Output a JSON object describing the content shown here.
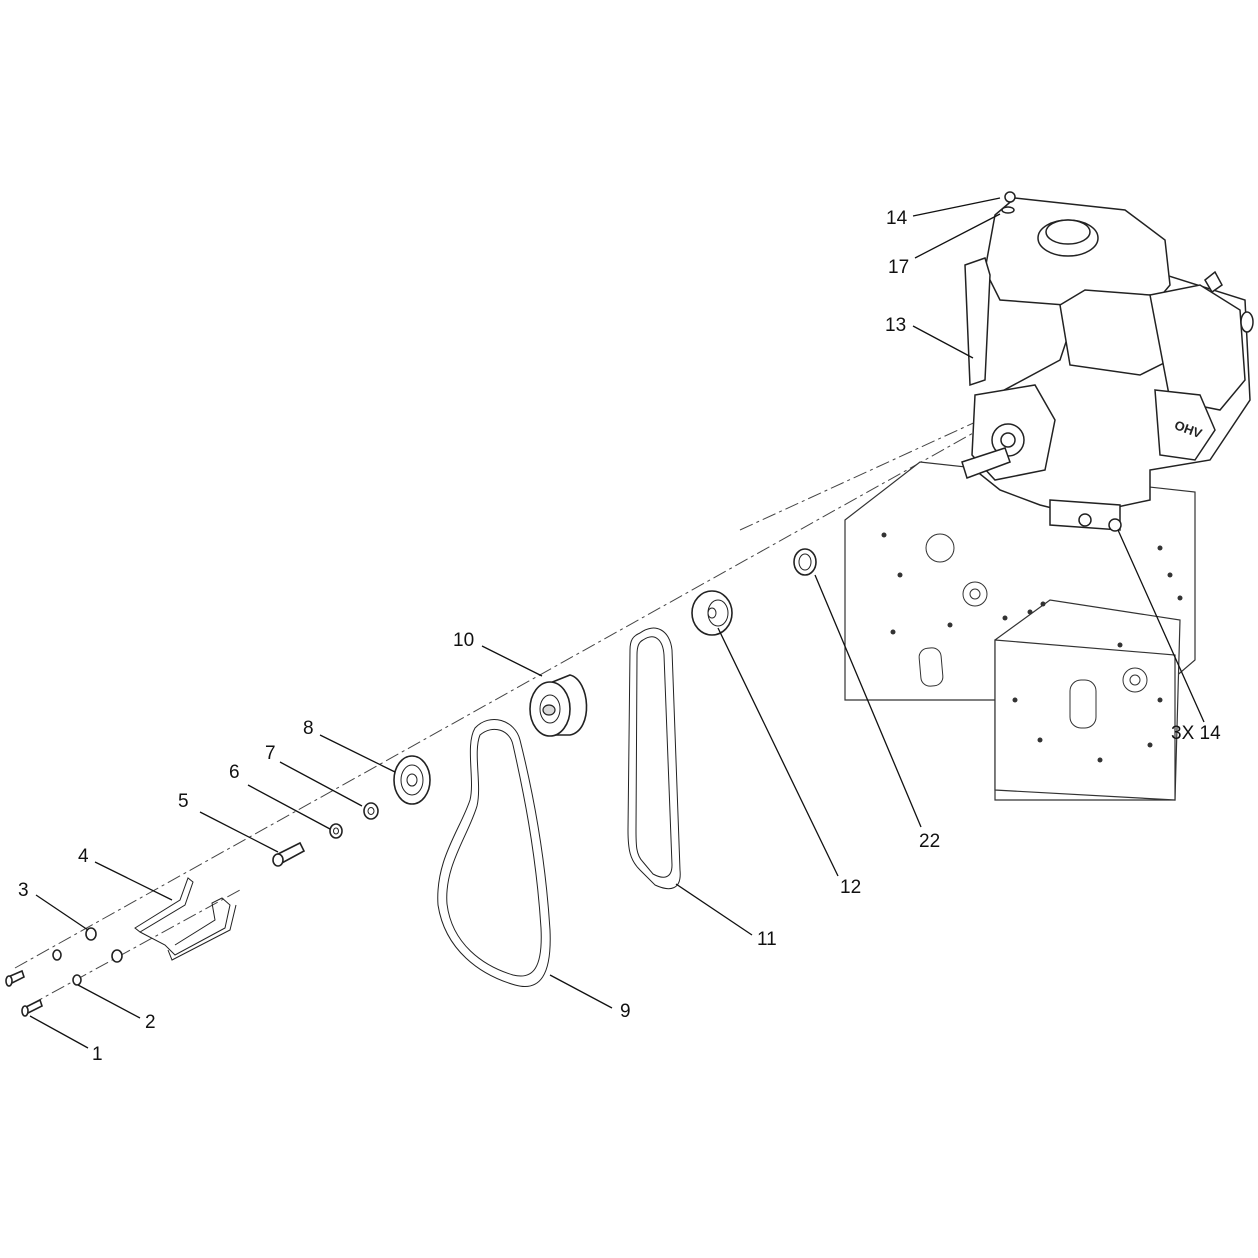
{
  "callouts": {
    "c1": "1",
    "c2": "2",
    "c3": "3",
    "c4": "4",
    "c5": "5",
    "c6": "6",
    "c7": "7",
    "c8": "8",
    "c9": "9",
    "c10": "10",
    "c11": "11",
    "c12": "12",
    "c13": "13",
    "c14_top": "14",
    "c17": "17",
    "c22": "22",
    "c3x14": "3X 14"
  },
  "engine_badge": "OHV"
}
